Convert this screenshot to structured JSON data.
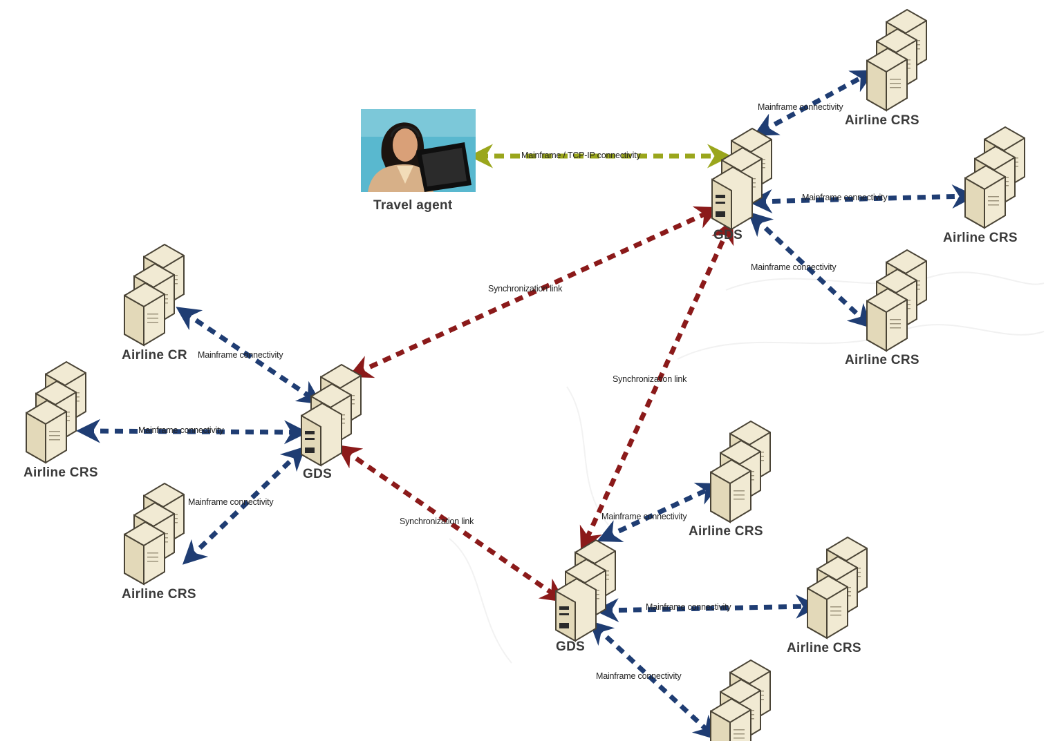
{
  "nodes": {
    "travel_agent": "Travel agent",
    "gds": "GDS",
    "airline_crs": "Airline CRS",
    "airline_crs_truncated": "Airline CR"
  },
  "links": {
    "mainframe_tcpip": "Mainframe / TCP-IP connectivity",
    "mainframe": "Mainframe connectivity",
    "sync": "Synchronization link"
  },
  "colors": {
    "mainframe_link": "#1f3d73",
    "sync_link": "#8b1a1a",
    "tcpip_link": "#9aa61c",
    "server_body": "#efe7cf",
    "server_outline": "#4a4436"
  }
}
